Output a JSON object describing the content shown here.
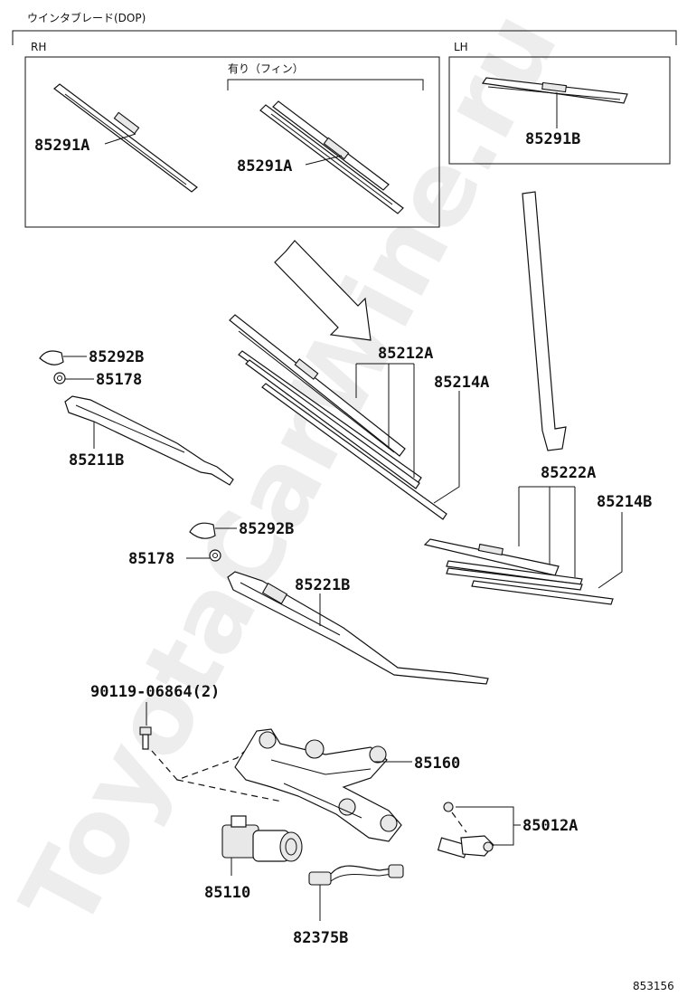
{
  "header": {
    "title": "ウインタブレード(DOP)"
  },
  "groups": {
    "rh": "RH",
    "lh": "LH",
    "with_fin": "有り（フィン）"
  },
  "parts": {
    "p85291A_1": "85291A",
    "p85291A_2": "85291A",
    "p85291B": "85291B",
    "p85292B_1": "85292B",
    "p85178_1": "85178",
    "p85211B": "85211B",
    "p85212A": "85212A",
    "p85214A": "85214A",
    "p85222A": "85222A",
    "p85214B": "85214B",
    "p85292B_2": "85292B",
    "p85178_2": "85178",
    "p85221B": "85221B",
    "p90119": "90119-06864(2)",
    "p85160": "85160",
    "p85012A": "85012A",
    "p85110": "85110",
    "p82375B": "82375B"
  },
  "footer": {
    "diagram_id": "853156"
  },
  "watermark": {
    "text": "ToyotaCarWine.ru"
  }
}
